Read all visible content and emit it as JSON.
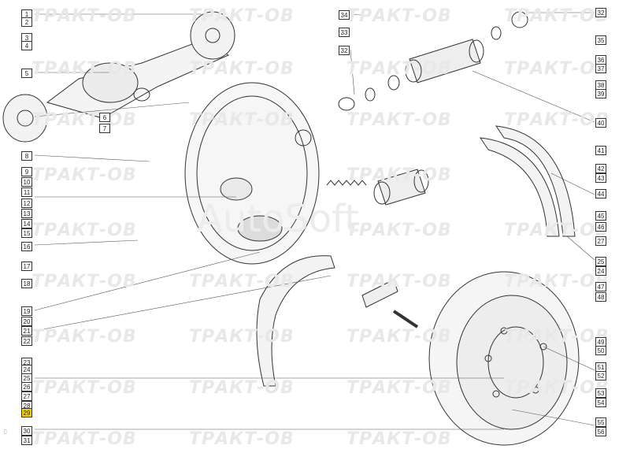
{
  "watermark": {
    "brand": "ТРАКТ-ОВ",
    "center": "AutoSoft"
  },
  "callouts": [
    "1",
    "2",
    "3",
    "4",
    "5",
    "6",
    "7",
    "8",
    "9",
    "10",
    "11",
    "12",
    "13",
    "14",
    "15",
    "16",
    "17",
    "18",
    "19",
    "20",
    "21",
    "22",
    "23",
    "24",
    "25",
    "26",
    "27",
    "28",
    "29",
    "30",
    "31",
    "32",
    "33",
    "34",
    "35",
    "36",
    "37",
    "38",
    "39",
    "40",
    "41",
    "42",
    "43",
    "44",
    "45",
    "46",
    "47",
    "48",
    "49",
    "50",
    "51",
    "52",
    "53",
    "54",
    "55",
    "56"
  ],
  "right_callouts": [
    "32",
    "35",
    "36",
    "37",
    "38",
    "39",
    "40",
    "41",
    "42",
    "43",
    "44",
    "45",
    "46",
    "27",
    "25",
    "24",
    "47",
    "48",
    "49",
    "50",
    "51",
    "52",
    "53",
    "54",
    "55",
    "56"
  ],
  "top_callouts": [
    "34",
    "33",
    "32"
  ],
  "highlighted": "29",
  "colors": {
    "highlight": "#f5d000",
    "line": "#333333",
    "watermark": "#e6e6e6"
  }
}
